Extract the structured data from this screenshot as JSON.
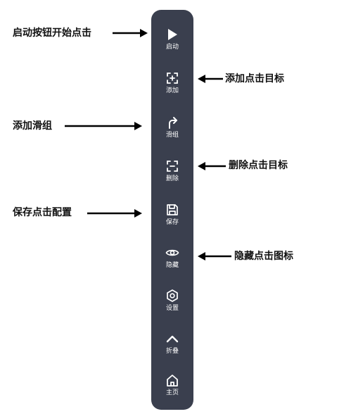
{
  "toolbar": {
    "items": [
      {
        "label": "启动",
        "icon": "play-icon"
      },
      {
        "label": "添加",
        "icon": "add-target-icon"
      },
      {
        "label": "滑组",
        "icon": "swipe-arrow-icon"
      },
      {
        "label": "删除",
        "icon": "remove-target-icon"
      },
      {
        "label": "保存",
        "icon": "save-icon"
      },
      {
        "label": "隐藏",
        "icon": "eye-icon"
      },
      {
        "label": "设置",
        "icon": "gear-icon"
      },
      {
        "label": "折叠",
        "icon": "chevron-up-icon"
      },
      {
        "label": "主页",
        "icon": "home-icon"
      }
    ]
  },
  "annotations": {
    "start": "启动按钮开始点击",
    "add_target": "添加点击目标",
    "add_swipe": "添加滑组",
    "delete_target": "删除点击目标",
    "save_config": "保存点击配置",
    "hide_icon": "隐藏点击图标"
  },
  "colors": {
    "toolbar_bg": "#3a3f4e",
    "icon": "#ffffff",
    "annotation_text": "#111111",
    "arrow": "#000000"
  }
}
